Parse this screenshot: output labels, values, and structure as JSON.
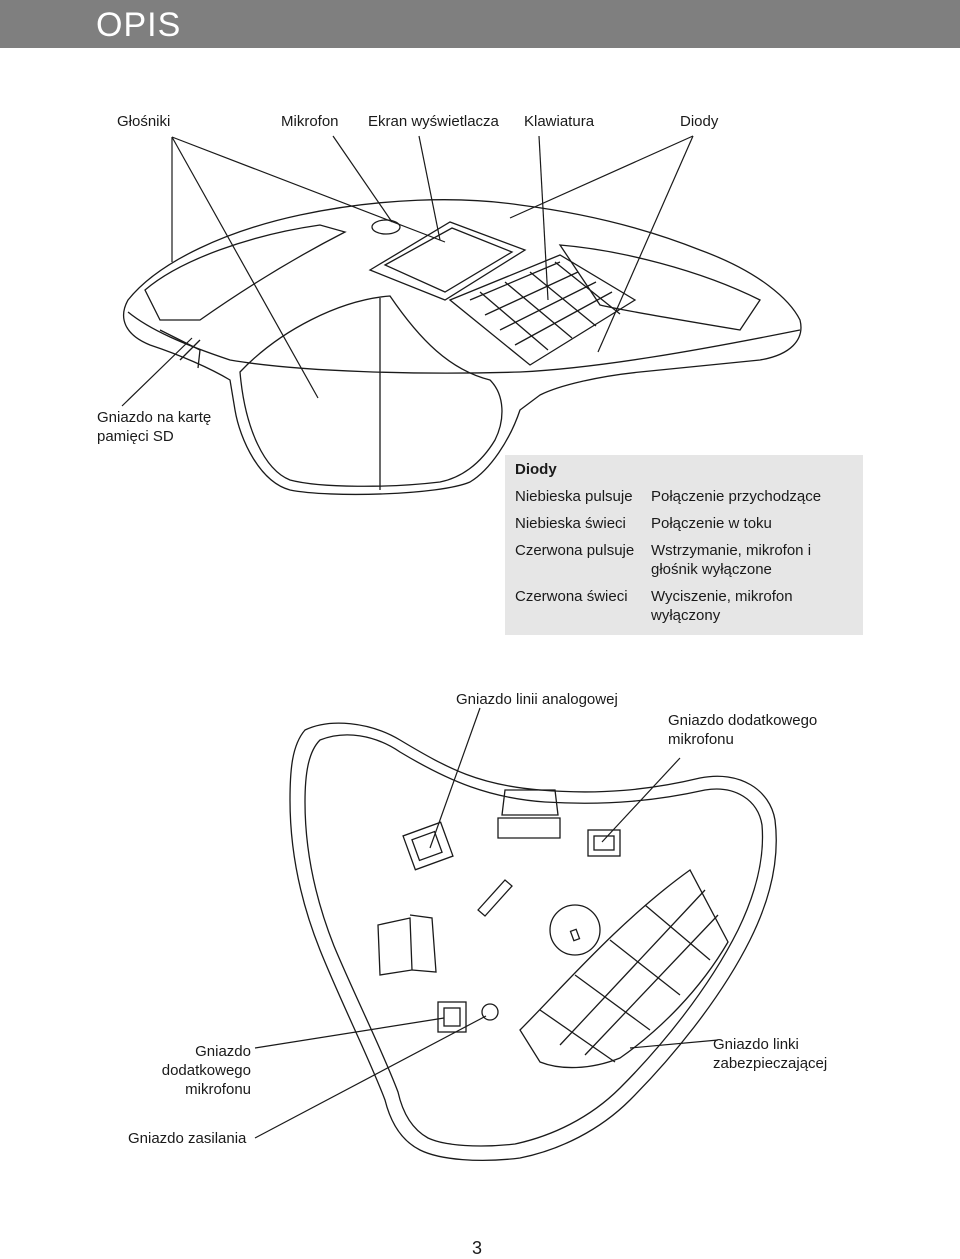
{
  "header": {
    "title": "OPIS"
  },
  "top_labels": {
    "speakers": "Głośniki",
    "microphone": "Mikrofon",
    "display": "Ekran wyświetlacza",
    "keypad": "Klawiatura",
    "leds": "Diody",
    "sd_slot_line1": "Gniazdo na kartę",
    "sd_slot_line2": "pamięci SD"
  },
  "legend": {
    "title": "Diody",
    "rows": [
      {
        "state": "Niebieska pulsuje",
        "meaning_line1": "Połączenie przychodzące",
        "meaning_line2": ""
      },
      {
        "state": "Niebieska świeci",
        "meaning_line1": "Połączenie w toku",
        "meaning_line2": ""
      },
      {
        "state": "Czerwona pulsuje",
        "meaning_line1": "Wstrzymanie, mikrofon i",
        "meaning_line2": "głośnik wyłączone"
      },
      {
        "state": "Czerwona świeci",
        "meaning_line1": "Wyciszenie, mikrofon",
        "meaning_line2": "wyłączony"
      }
    ]
  },
  "bottom_labels": {
    "analog_line": "Gniazdo linii analogowej",
    "ext_mic_right_line1": "Gniazdo dodatkowego",
    "ext_mic_right_line2": "mikrofonu",
    "ext_mic_left_line1": "Gniazdo",
    "ext_mic_left_line2": "dodatkowego",
    "ext_mic_left_line3": "mikrofonu",
    "security_line1": "Gniazdo linki",
    "security_line2": "zabezpieczającej",
    "power": "Gniazdo zasilania"
  },
  "page_number": "3"
}
